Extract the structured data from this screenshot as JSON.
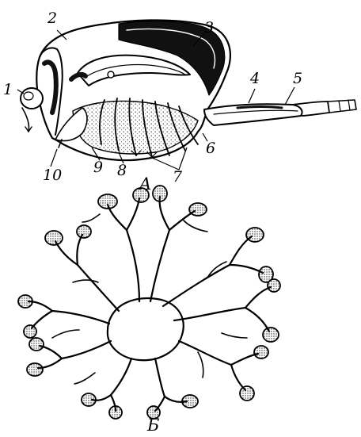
{
  "figure": {
    "part_a_label": "A",
    "part_b_label": "Б",
    "callouts": [
      {
        "number": "1"
      },
      {
        "number": "2"
      },
      {
        "number": "3"
      },
      {
        "number": "4"
      },
      {
        "number": "5"
      },
      {
        "number": "6"
      },
      {
        "number": "7"
      },
      {
        "number": "8"
      },
      {
        "number": "9"
      },
      {
        "number": "10"
      }
    ]
  },
  "colors": {
    "ink": "#000000",
    "paper": "#ffffff",
    "stipple": "#555555"
  }
}
